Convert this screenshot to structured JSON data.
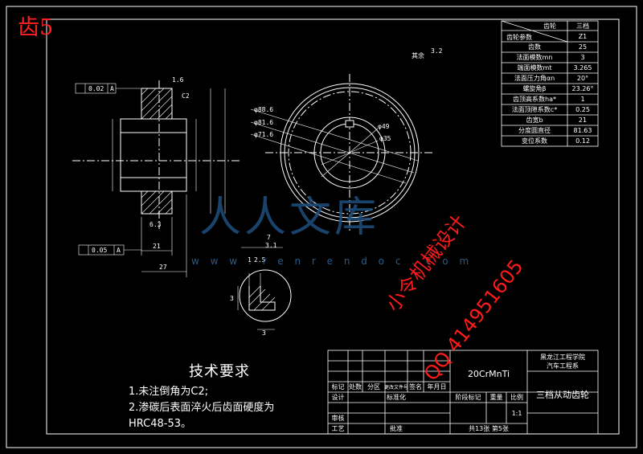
{
  "corner_label": "齿5",
  "watermark": {
    "brand": "人人文库",
    "url": "w w w . r e n r e n d o c . c o m",
    "author": "小令机械设计",
    "qq": "QQ 414951605"
  },
  "tech_req": {
    "title": "技术要求",
    "items": [
      "1.未注倒角为C2;",
      "2.渗碳后表面淬火后齿面硬度为",
      "HRC48-53。"
    ]
  },
  "params_table": {
    "header_left_top": "齿轮",
    "header_left_bottom": "齿轮参数",
    "header_right": "三档",
    "rows": [
      [
        "Z1",
        ""
      ],
      [
        "齿数",
        "25"
      ],
      [
        "法面模数mn",
        "3"
      ],
      [
        "端面模数mt",
        "3.265"
      ],
      [
        "法面压力角αn",
        "20°"
      ],
      [
        "螺旋角β",
        "23.26°"
      ],
      [
        "齿顶高系数ha*",
        "1"
      ],
      [
        "法面顶隙系数c*",
        "0.25"
      ],
      [
        "齿宽b",
        "21"
      ],
      [
        "分度圆直径",
        "81.63"
      ],
      [
        "变位系数",
        "0.12"
      ]
    ]
  },
  "annotations": {
    "tol_top": "0.02",
    "tol_bottom": "0.05",
    "datum": "A",
    "chamfer": "C2",
    "dim_21": "21",
    "dim_27": "27",
    "dia_886": "φ88.6",
    "dia_816": "φ81.6",
    "dia_716": "φ71.6",
    "dia_49": "φ49",
    "dia_35": "φ35",
    "rest": "其余",
    "roughness_16": "1.6",
    "roughness_32": "3.2",
    "roughness_63": "6.3",
    "frac_top": "7",
    "frac_bottom": "3.1",
    "detail_25": "2.5",
    "detail_3": "3",
    "detail_1": "1"
  },
  "title_block": {
    "material": "20CrMnTi",
    "school": "黑龙江工程学院",
    "dept": "汽车工程系",
    "part_name": "三档从动齿轮",
    "mark": "标记",
    "count": "处数",
    "zone": "分区",
    "change_doc": "更改文件号",
    "sign": "签名",
    "date": "年月日",
    "design": "设计",
    "standard": "标准化",
    "stage_mark": "阶段标记",
    "weight": "重量",
    "scale_label": "比例",
    "scale": "1:1",
    "review": "审核",
    "process": "工艺",
    "approve": "批准",
    "sheets": "共13张 第5张"
  }
}
